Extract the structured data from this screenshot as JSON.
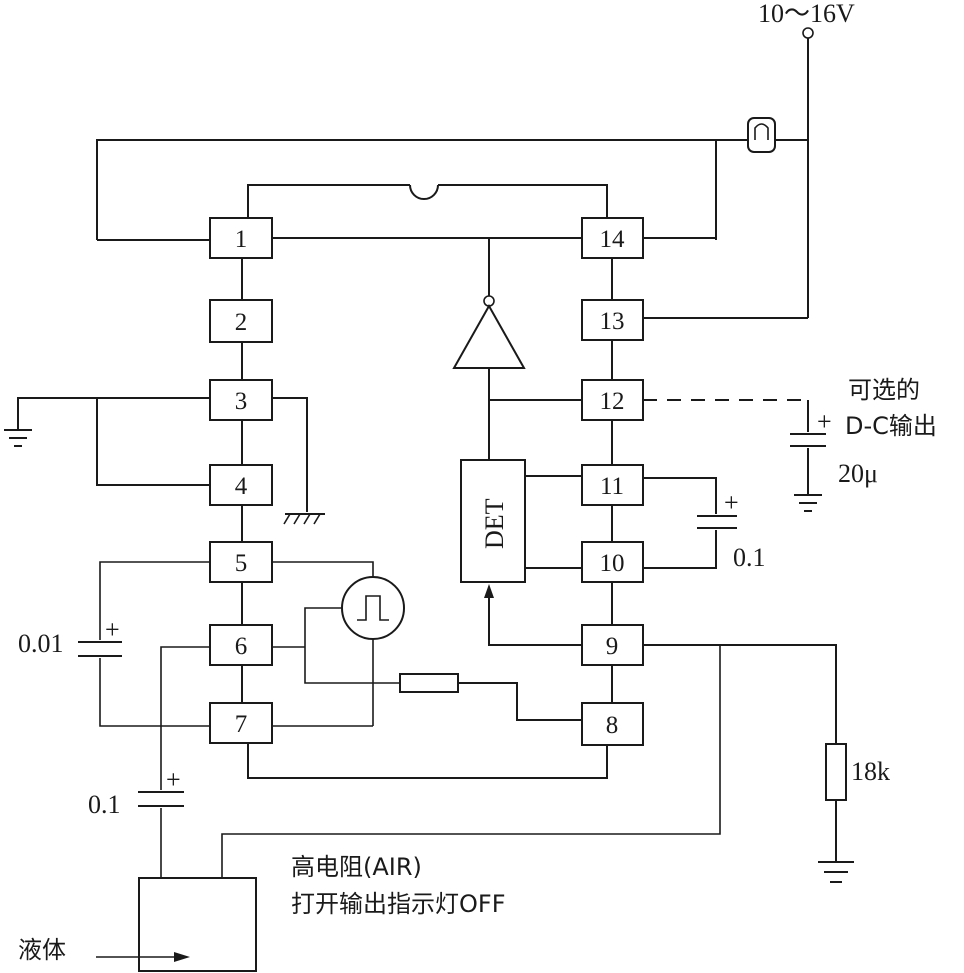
{
  "supply_label": "10～16V",
  "pins": [
    "1",
    "2",
    "3",
    "4",
    "5",
    "6",
    "7",
    "8",
    "9",
    "10",
    "11",
    "12",
    "13",
    "14"
  ],
  "det_label": "DET",
  "optional_output": [
    "可选的",
    "D-C输出"
  ],
  "cap_20u": "20μ",
  "cap_01_right": "0.1",
  "cap_001": "0.01",
  "cap_01_left": "0.1",
  "res_18k": "18k",
  "note_lines": [
    "高电阻(AIR)",
    "打开输出指示灯OFF"
  ],
  "liquid_label": "液体",
  "plus_sign": "+"
}
